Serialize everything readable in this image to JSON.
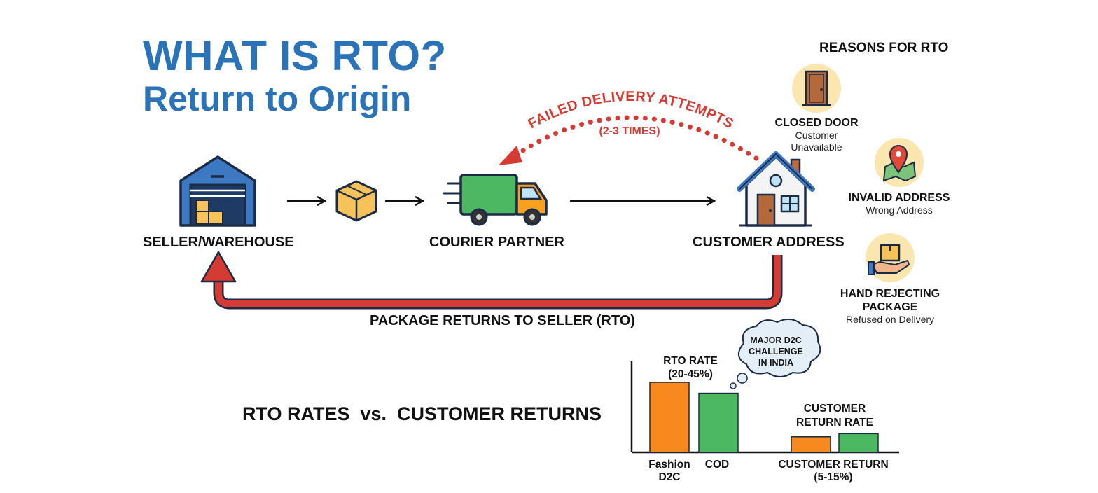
{
  "title": {
    "line1": "WHAT IS RTO?",
    "line2": "Return to Origin"
  },
  "flow": {
    "seller_label": "SELLER/WAREHOUSE",
    "courier_label": "COURIER PARTNER",
    "customer_label": "CUSTOMER ADDRESS",
    "failed_attempts": "FAILED DELIVERY ATTEMPTS",
    "failed_times": "(2-3 TIMES)",
    "return_label": "PACKAGE RETURNS TO SELLER (RTO)"
  },
  "reasons": {
    "heading": "REASONS FOR RTO",
    "items": [
      {
        "title": "CLOSED DOOR",
        "lines": [
          "Customer",
          "Unavailable"
        ],
        "icon": "door-icon"
      },
      {
        "title": "INVALID ADDRESS",
        "lines": [
          "Wrong Address"
        ],
        "icon": "map-pin-icon"
      },
      {
        "title_lines": [
          "HAND REJECTING",
          "PACKAGE"
        ],
        "lines": [
          "Refused on Delivery"
        ],
        "icon": "hand-package-icon"
      }
    ]
  },
  "comparison_title": "RTO RATES  vs.  CUSTOMER RETURNS",
  "thought_bubble": [
    "MAJOR D2C",
    "CHALLENGE",
    "IN INDIA"
  ],
  "colors": {
    "title_blue": "#2a73b8",
    "arrow_red": "#d63b33",
    "bar_orange": "#f7891f",
    "bar_green": "#4db862",
    "icon_bg": "#fbe6b0"
  },
  "chart_data": {
    "type": "bar",
    "groups": [
      {
        "label_lines": [
          "RTO RATE",
          "(20-45%)"
        ],
        "bars": [
          {
            "category_lines": [
              "Fashion",
              "D2C"
            ],
            "value": 45,
            "color": "#f7891f"
          },
          {
            "category_lines": [
              "COD"
            ],
            "value": 38,
            "color": "#4db862"
          }
        ]
      },
      {
        "label_lines": [
          "CUSTOMER",
          "RETURN RATE"
        ],
        "bars": [
          {
            "value": 10,
            "color": "#f7891f"
          },
          {
            "value": 12,
            "color": "#4db862"
          }
        ],
        "category_lines": [
          "CUSTOMER RETURN",
          "(5-15%)"
        ]
      }
    ],
    "ylim": [
      0,
      45
    ]
  }
}
